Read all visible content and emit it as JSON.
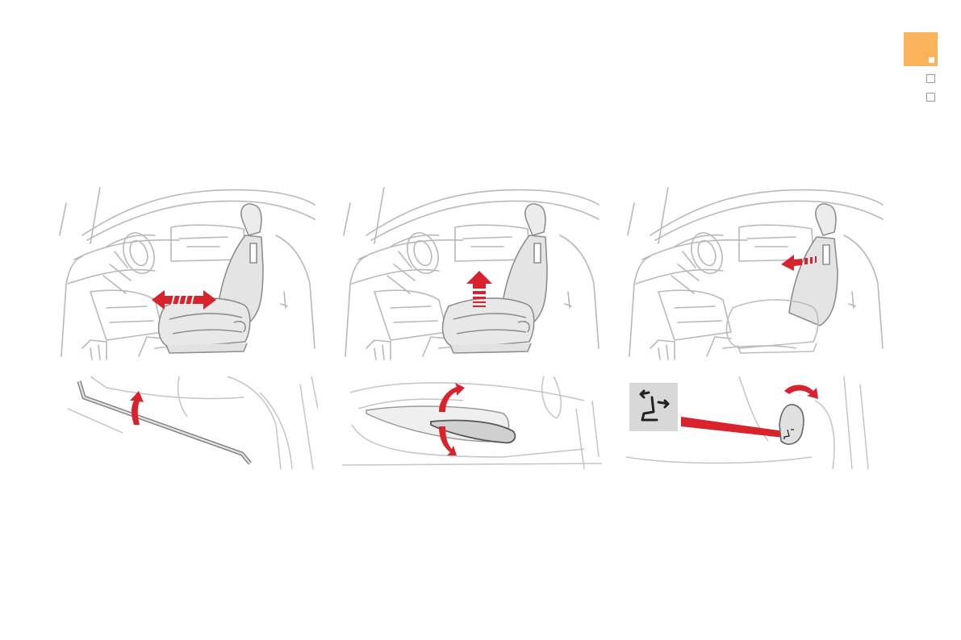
{
  "colors": {
    "accent": "#f9b35a",
    "arrow_red": "#d8222c",
    "line_grey": "#b8b8b8",
    "seat_fill": "#e6e6e6"
  },
  "side_tabs": {
    "active_tab": "orange-section-tab",
    "inactive_tabs": 2
  },
  "panels": [
    {
      "id": "seat-fore-aft",
      "icon": "double-horizontal-arrow-icon"
    },
    {
      "id": "seat-height",
      "icon": "up-arrow-icon"
    },
    {
      "id": "seat-backrest-angle",
      "icon": "left-arrow-icon"
    },
    {
      "id": "fore-aft-bar-lift",
      "icon": "curved-up-arrow-icon"
    },
    {
      "id": "height-lever-rotate",
      "icon": "rotate-arrows-icon"
    },
    {
      "id": "backrest-knob-turn",
      "icon": "curved-right-arrow-icon"
    }
  ],
  "inset_icon": "seat-backrest-recline-icon"
}
